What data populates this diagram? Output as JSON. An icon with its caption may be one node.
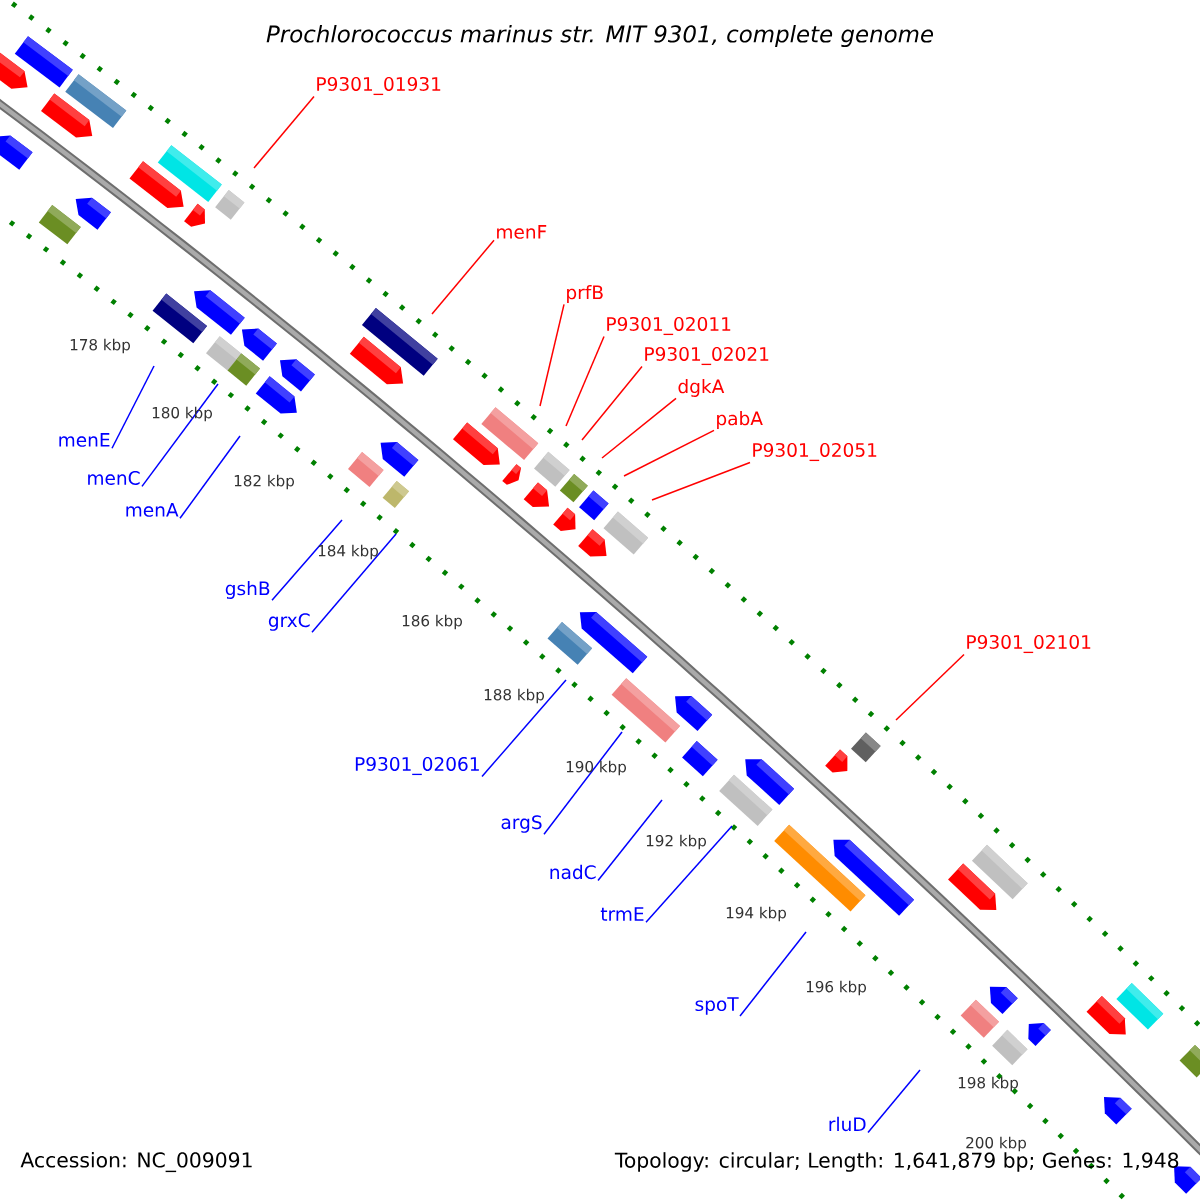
{
  "diagram": {
    "title": "Prochlorococcus marinus str. MIT 9301, complete genome",
    "nodes": [
      {
        "text": [
          "P9301_01931"
        ]
      },
      {
        "text": [
          "menF"
        ]
      },
      {
        "text": [
          "prfB"
        ]
      },
      {
        "text": [
          "P9301_02011"
        ]
      },
      {
        "text": [
          "P9301_02021"
        ]
      },
      {
        "text": [
          "dgkA"
        ]
      },
      {
        "text": [
          "pabA"
        ]
      },
      {
        "text": [
          "P9301_02051"
        ]
      },
      {
        "text": [
          "menE"
        ]
      },
      {
        "text": [
          "menC"
        ]
      },
      {
        "text": [
          "menA"
        ]
      },
      {
        "text": [
          "gshB"
        ]
      },
      {
        "text": [
          "grxC"
        ]
      },
      {
        "text": [
          "P9301_02101"
        ]
      },
      {
        "text": [
          "P9301_02061"
        ]
      },
      {
        "text": [
          "argS"
        ]
      },
      {
        "text": [
          "nadC"
        ]
      },
      {
        "text": [
          "trmE"
        ]
      },
      {
        "text": [
          "spoT"
        ]
      },
      {
        "text": [
          "rluD"
        ]
      }
    ],
    "edges": [
      {
        "from": 0,
        "to": null,
        "arrow": "none",
        "color": "#ff0000"
      },
      {
        "from": 1,
        "to": null,
        "arrow": "none",
        "color": "#ff0000"
      },
      {
        "from": 2,
        "to": null,
        "arrow": "none",
        "color": "#ff0000"
      },
      {
        "from": 3,
        "to": null,
        "arrow": "none",
        "color": "#ff0000"
      },
      {
        "from": 4,
        "to": null,
        "arrow": "none",
        "color": "#ff0000"
      },
      {
        "from": 5,
        "to": null,
        "arrow": "none",
        "color": "#ff0000"
      },
      {
        "from": 6,
        "to": null,
        "arrow": "none",
        "color": "#ff0000"
      },
      {
        "from": 7,
        "to": null,
        "arrow": "none",
        "color": "#ff0000"
      },
      {
        "from": 8,
        "to": null,
        "arrow": "none"
      },
      {
        "from": 9,
        "to": null,
        "arrow": "none"
      },
      {
        "from": 10,
        "to": null,
        "arrow": "none"
      },
      {
        "from": 11,
        "to": null,
        "arrow": "none"
      },
      {
        "from": 12,
        "to": null,
        "arrow": "none"
      },
      {
        "from": 13,
        "to": null,
        "arrow": "none",
        "color": "#ff0000"
      },
      {
        "from": 14,
        "to": null,
        "arrow": "none"
      },
      {
        "from": 15,
        "to": null,
        "arrow": "none"
      },
      {
        "from": 16,
        "to": null,
        "arrow": "none"
      },
      {
        "from": 17,
        "to": null,
        "arrow": "none"
      },
      {
        "from": 18,
        "to": null,
        "arrow": "none"
      },
      {
        "from": 19,
        "to": null,
        "arrow": "none"
      }
    ],
    "labels": [
      "178 kbp",
      "180 kbp",
      "182 kbp",
      "184 kbp",
      "186 kbp",
      "188 kbp",
      "190 kbp",
      "192 kbp",
      "194 kbp",
      "196 kbp",
      "198 kbp",
      "200 kbp",
      "Accession: NC_009091",
      "Topology: circular; Length: 1,641,879 bp; Genes: 1,948"
    ]
  }
}
